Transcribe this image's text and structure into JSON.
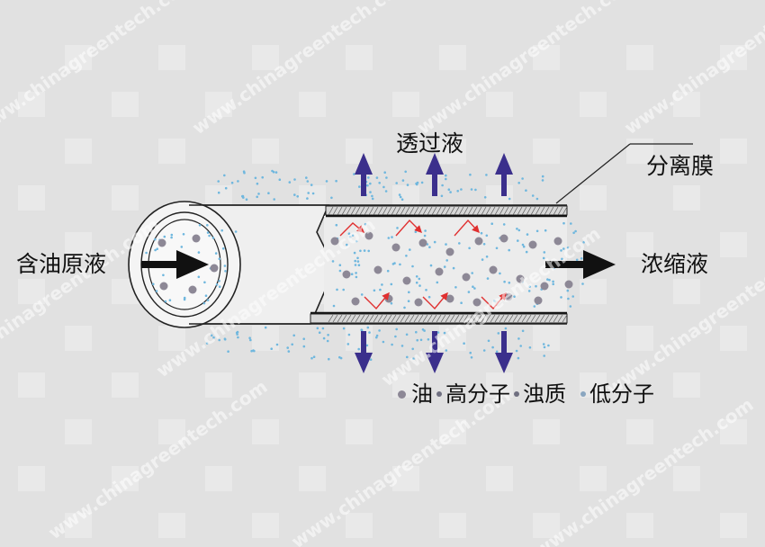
{
  "labels": {
    "feed": "含油原液",
    "permeate": "透过液",
    "membrane": "分离膜",
    "concentrate": "浓缩液"
  },
  "legend": {
    "oil": "油",
    "macromolecule": "高分子",
    "oily_matter": "浊质",
    "small_molecule": "低分子"
  },
  "colors": {
    "background": "#e1e1e1",
    "arrow_purple": "#3b2f8c",
    "flow_arrow": "#111111",
    "large_particle": "#8d8896",
    "small_particle": "#6fb7de",
    "red_arrow": "#e03030",
    "membrane_line": "#222222"
  },
  "watermark": "www.chinagreentech.com"
}
